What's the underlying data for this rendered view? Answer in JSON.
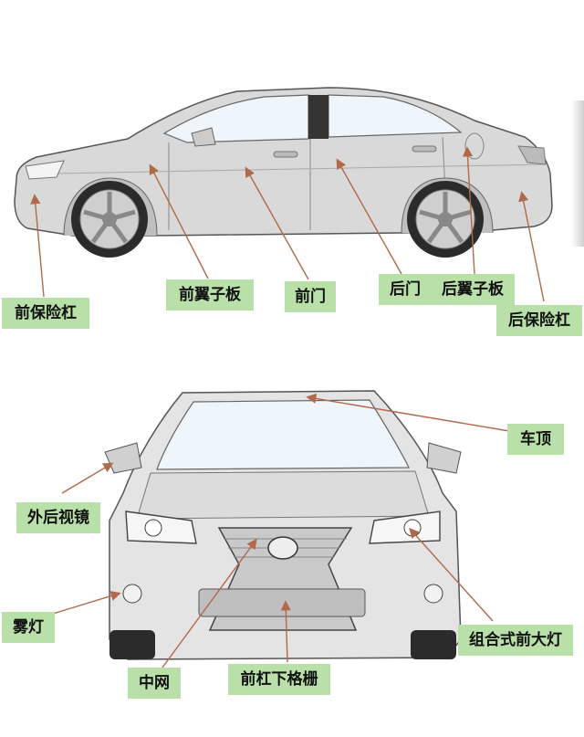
{
  "colors": {
    "label_bg": "#b8e0a8",
    "arrow": "#b06a4a",
    "car_body": "#d9d9d9",
    "car_outline": "#555555",
    "glass": "#eef6fb"
  },
  "side_view": {
    "labels": [
      {
        "key": "front_bumper",
        "text": "前保险杠"
      },
      {
        "key": "front_fender",
        "text": "前翼子板"
      },
      {
        "key": "front_door",
        "text": "前门"
      },
      {
        "key": "rear_door",
        "text": "后门"
      },
      {
        "key": "rear_fender",
        "text": "后翼子板"
      },
      {
        "key": "rear_bumper",
        "text": "后保险杠"
      }
    ]
  },
  "front_view": {
    "labels": [
      {
        "key": "roof",
        "text": "车顶"
      },
      {
        "key": "side_mirror",
        "text": "外后视镜"
      },
      {
        "key": "fog_light",
        "text": "雾灯"
      },
      {
        "key": "headlight",
        "text": "组合式前大灯"
      },
      {
        "key": "grille",
        "text": "中网"
      },
      {
        "key": "lower_grille",
        "text": "前杠下格栅"
      }
    ]
  }
}
